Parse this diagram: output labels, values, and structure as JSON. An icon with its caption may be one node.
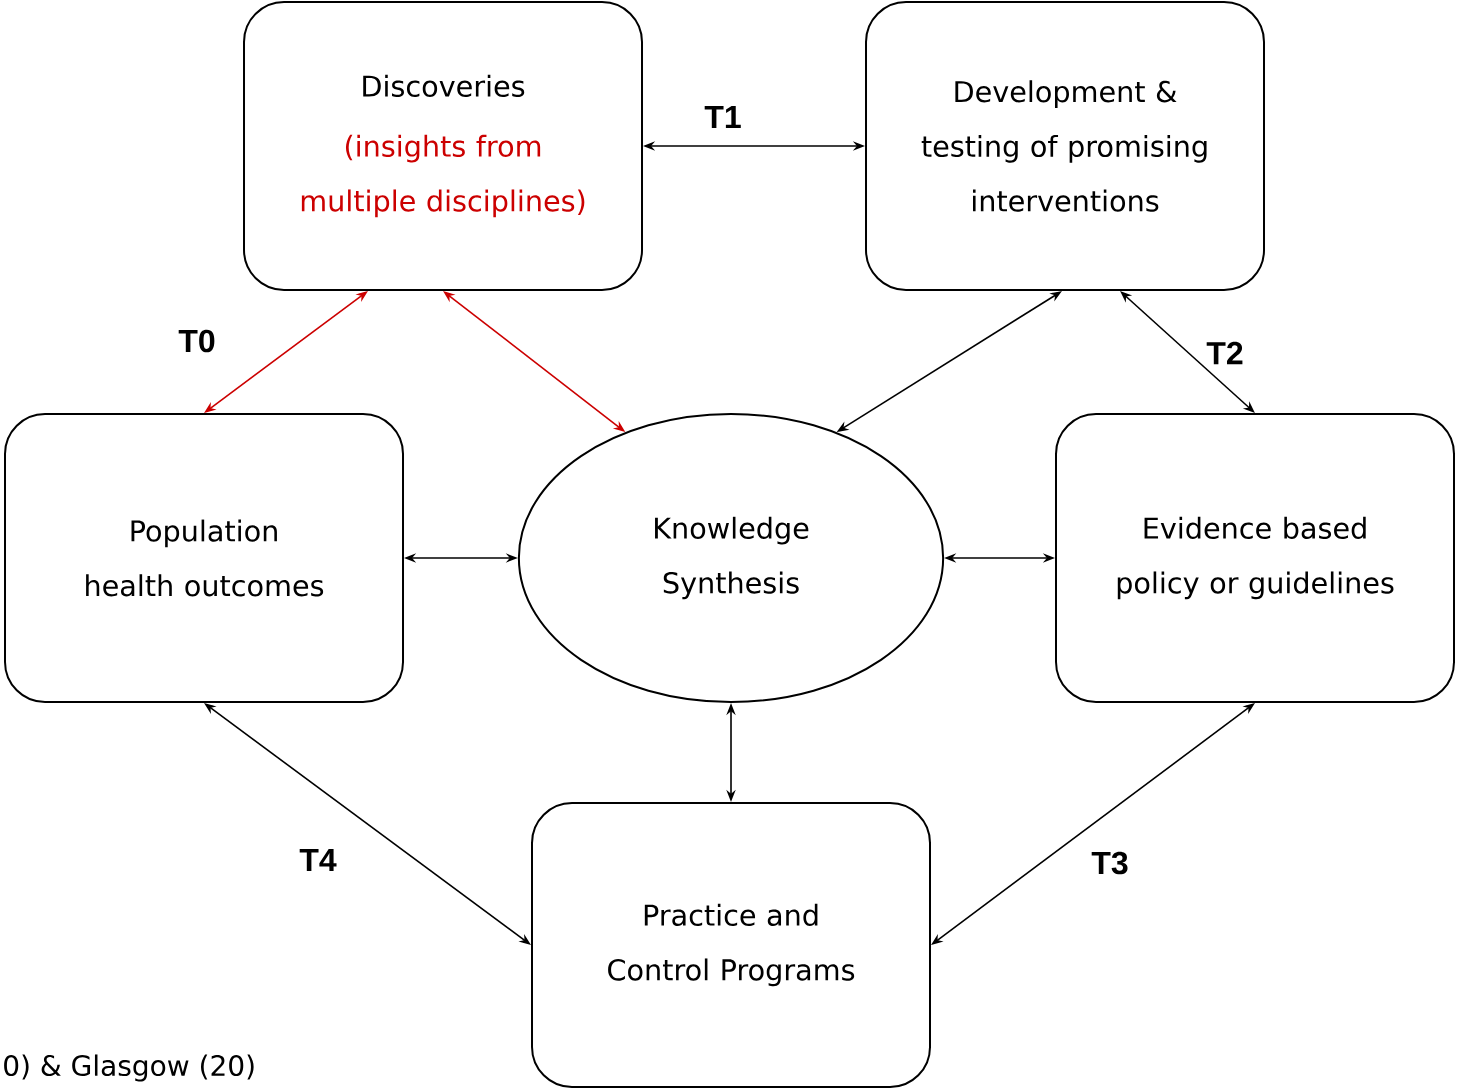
{
  "diagram": {
    "nodes": [
      {
        "text": [
          "Discoveries",
          "(insights from multiple disciplines)"
        ]
      },
      {
        "text": [
          "Development & testing of promising interventions"
        ]
      },
      {
        "text": [
          "Population health outcomes"
        ]
      },
      {
        "text": [
          "Knowledge Synthesis"
        ]
      },
      {
        "text": [
          "Evidence based policy or guidelines"
        ]
      },
      {
        "text": [
          "Practice and Control Programs"
        ]
      }
    ],
    "edges": [
      {
        "from": 0,
        "to": 1,
        "arrow": "both",
        "label": "T1"
      },
      {
        "from": 0,
        "to": 2,
        "arrow": "both",
        "label": "T0",
        "color": "#cc0000"
      },
      {
        "from": 0,
        "to": 3,
        "arrow": "both",
        "color": "#cc0000"
      },
      {
        "from": 1,
        "to": 3,
        "arrow": "both"
      },
      {
        "from": 1,
        "to": 4,
        "arrow": "both",
        "label": "T2"
      },
      {
        "from": 2,
        "to": 3,
        "arrow": "both"
      },
      {
        "from": 3,
        "to": 4,
        "arrow": "both"
      },
      {
        "from": 3,
        "to": 5,
        "arrow": "both"
      },
      {
        "from": 2,
        "to": 5,
        "arrow": "both",
        "label": "T4"
      },
      {
        "from": 4,
        "to": 5,
        "arrow": "both",
        "label": "T3"
      }
    ],
    "labels": [
      "0) & Glasgow (20)"
    ]
  }
}
